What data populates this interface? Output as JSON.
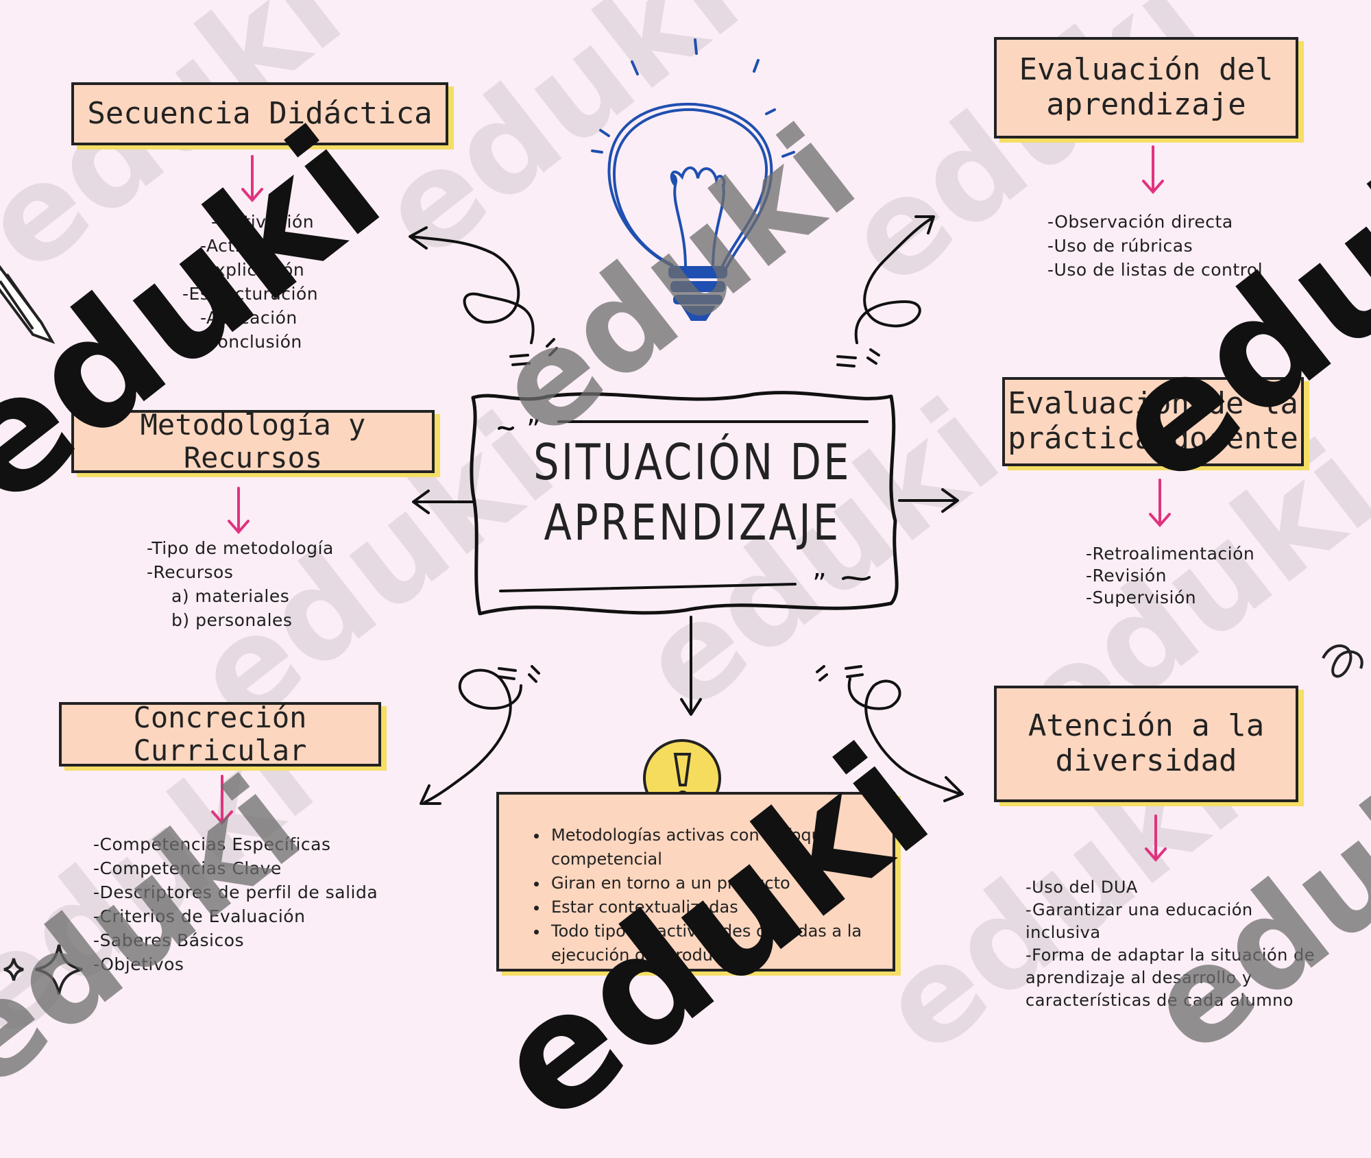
{
  "central": {
    "line1": "SITUACIÓN DE",
    "line2": "APRENDIZAJE"
  },
  "nodes": {
    "secuencia": {
      "title": "Secuencia Didáctica",
      "items": [
        "-Motivación",
        "-Activación",
        "-Explicación",
        "-Estructuración",
        "-Aplicación",
        "-Conclusión"
      ]
    },
    "metodologia": {
      "title": "Metodología y Recursos",
      "items": [
        "-Tipo de metodología",
        "-Recursos",
        "a) materiales",
        "b) personales"
      ]
    },
    "concrecion": {
      "title": "Concreción Curricular",
      "items": [
        "-Competencias Específicas",
        "-Competencias Clave",
        "-Descriptores de perfil de salida",
        "-Criterios de Evaluación",
        "-Saberes Básicos",
        "-Objetivos"
      ]
    },
    "evaluacion_aprendizaje": {
      "title_line1": "Evaluación del",
      "title_line2": "aprendizaje",
      "items": [
        "-Observación directa",
        "-Uso de rúbricas",
        "-Uso de listas de control"
      ]
    },
    "evaluacion_practica": {
      "title_line1": "Evaluación de la",
      "title_line2": "práctica docente",
      "items": [
        "-Retroalimentación",
        "-Revisión",
        "-Supervisión"
      ]
    },
    "atencion": {
      "title_line1": "Atención a la",
      "title_line2": "diversidad",
      "items": [
        "-Uso del DUA",
        "-Garantizar una educación",
        "inclusiva",
        "-Forma de adaptar la situación de",
        "aprendizaje al desarrollo y",
        "características de cada alumno"
      ]
    },
    "caracteristicas": {
      "items": [
        "Metodologías activas con enfoque competencial",
        "Giran en torno a un producto",
        "Estar contextualizadas",
        "Todo tipo de actividades dirigidas a la ejecución del producto"
      ]
    }
  },
  "watermark": "eduki",
  "colors": {
    "background": "#fbeef6",
    "box_fill": "#fcd6bf",
    "box_shadow": "#f4de66",
    "arrow_pink": "#e0337f",
    "bulb_blue": "#1f4fb0",
    "exclamation_yellow": "#f6dc5c"
  }
}
